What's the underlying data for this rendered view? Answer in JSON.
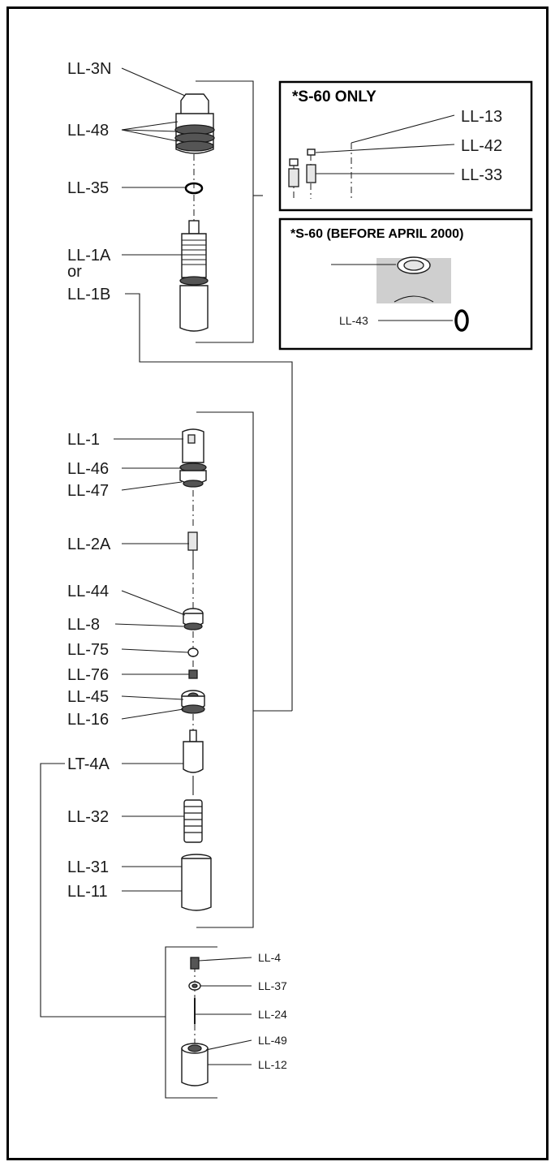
{
  "inset_only": {
    "title": "*S-60 ONLY",
    "labels": [
      "LL-13",
      "LL-42",
      "LL-33"
    ]
  },
  "inset_before": {
    "title": "*S-60 (BEFORE APRIL 2000)",
    "label": "LL-43"
  },
  "top_group": {
    "labels": [
      "LL-3N",
      "LL-48",
      "LL-35",
      "LL-1A",
      "or",
      "LL-1B"
    ]
  },
  "mid_group": {
    "labels": [
      "LL-1",
      "LL-46",
      "LL-47",
      "LL-2A",
      "LL-44",
      "LL-8",
      "LL-75",
      "LL-76",
      "LL-45",
      "LL-16",
      "LT-4A",
      "LL-32",
      "LL-31",
      "LL-11"
    ]
  },
  "bottom_group": {
    "labels": [
      "LL-4",
      "LL-37",
      "LL-24",
      "LL-49",
      "LL-12"
    ]
  }
}
